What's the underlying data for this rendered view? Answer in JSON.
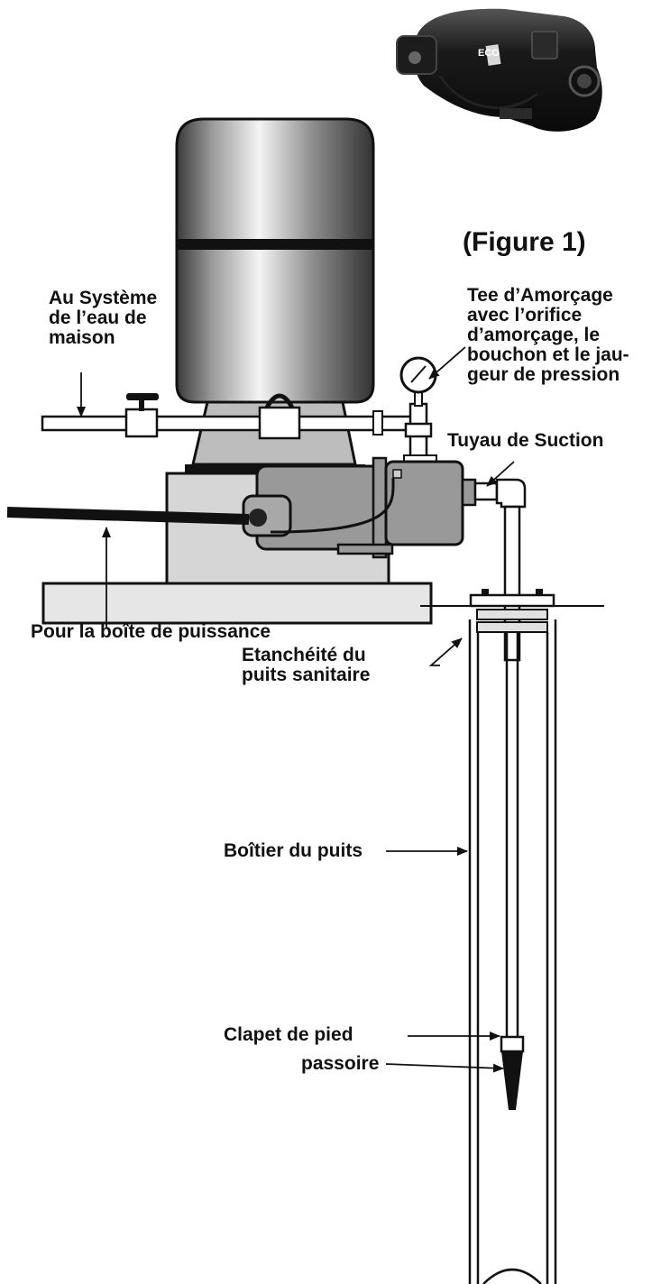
{
  "figure_title": "(Figure 1)",
  "labels": {
    "house_system": [
      "Au Système",
      "de l’eau de",
      "maison"
    ],
    "priming_tee": [
      "Tee d’Amorçage",
      "avec l’orifice",
      "d’amorçage, le",
      "bouchon et le jau-",
      "geur de pression"
    ],
    "suction_pipe": "Tuyau de Suction",
    "power_box": "Pour la boîte de puissance",
    "well_seal": [
      "Etanchéité du",
      "puits sanitaire"
    ],
    "well_casing": "Boîtier du puits",
    "foot_valve": "Clapet de pied",
    "strainer": "passoire"
  },
  "pump_badge": "ECO",
  "colors": {
    "line": "#111111",
    "tank_light": "#f4f4f4",
    "tank_dark": "#3a3a3a",
    "pump_grey": "#999999",
    "base_grey": "#d6d6d6",
    "photo_pump": "#1a1a1a"
  }
}
